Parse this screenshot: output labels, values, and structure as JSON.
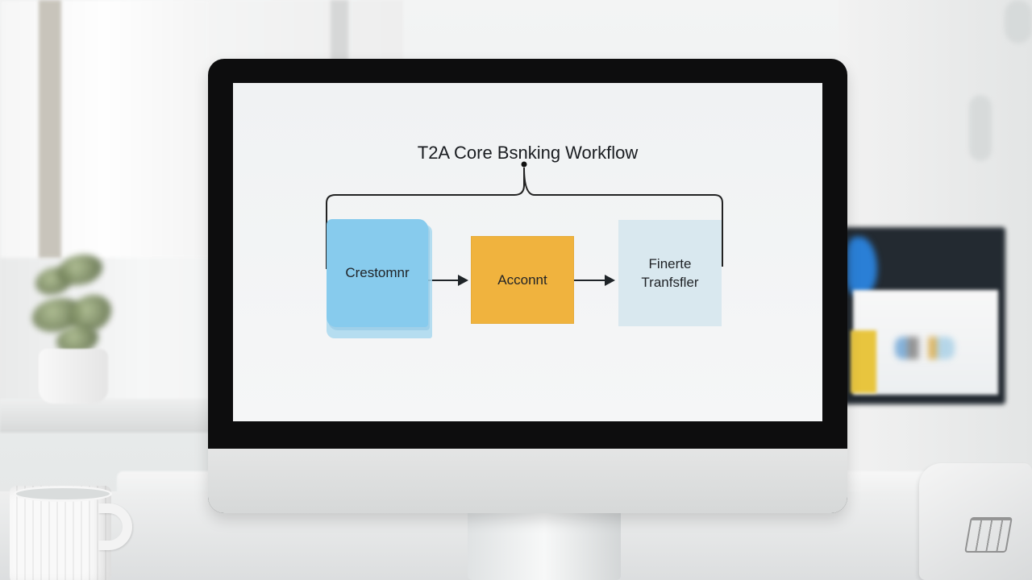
{
  "screen": {
    "title": "T2A Core Bsnking Workflow",
    "nodes": {
      "customer": "Crestomnr",
      "account": "Acconnt",
      "finance_line1": "Finerte",
      "finance_line2": "Tranfsfler"
    }
  },
  "colors": {
    "customer": "#87cbed",
    "account": "#f0b33e",
    "finance": "#d9e8ef",
    "arrow": "#222222"
  }
}
